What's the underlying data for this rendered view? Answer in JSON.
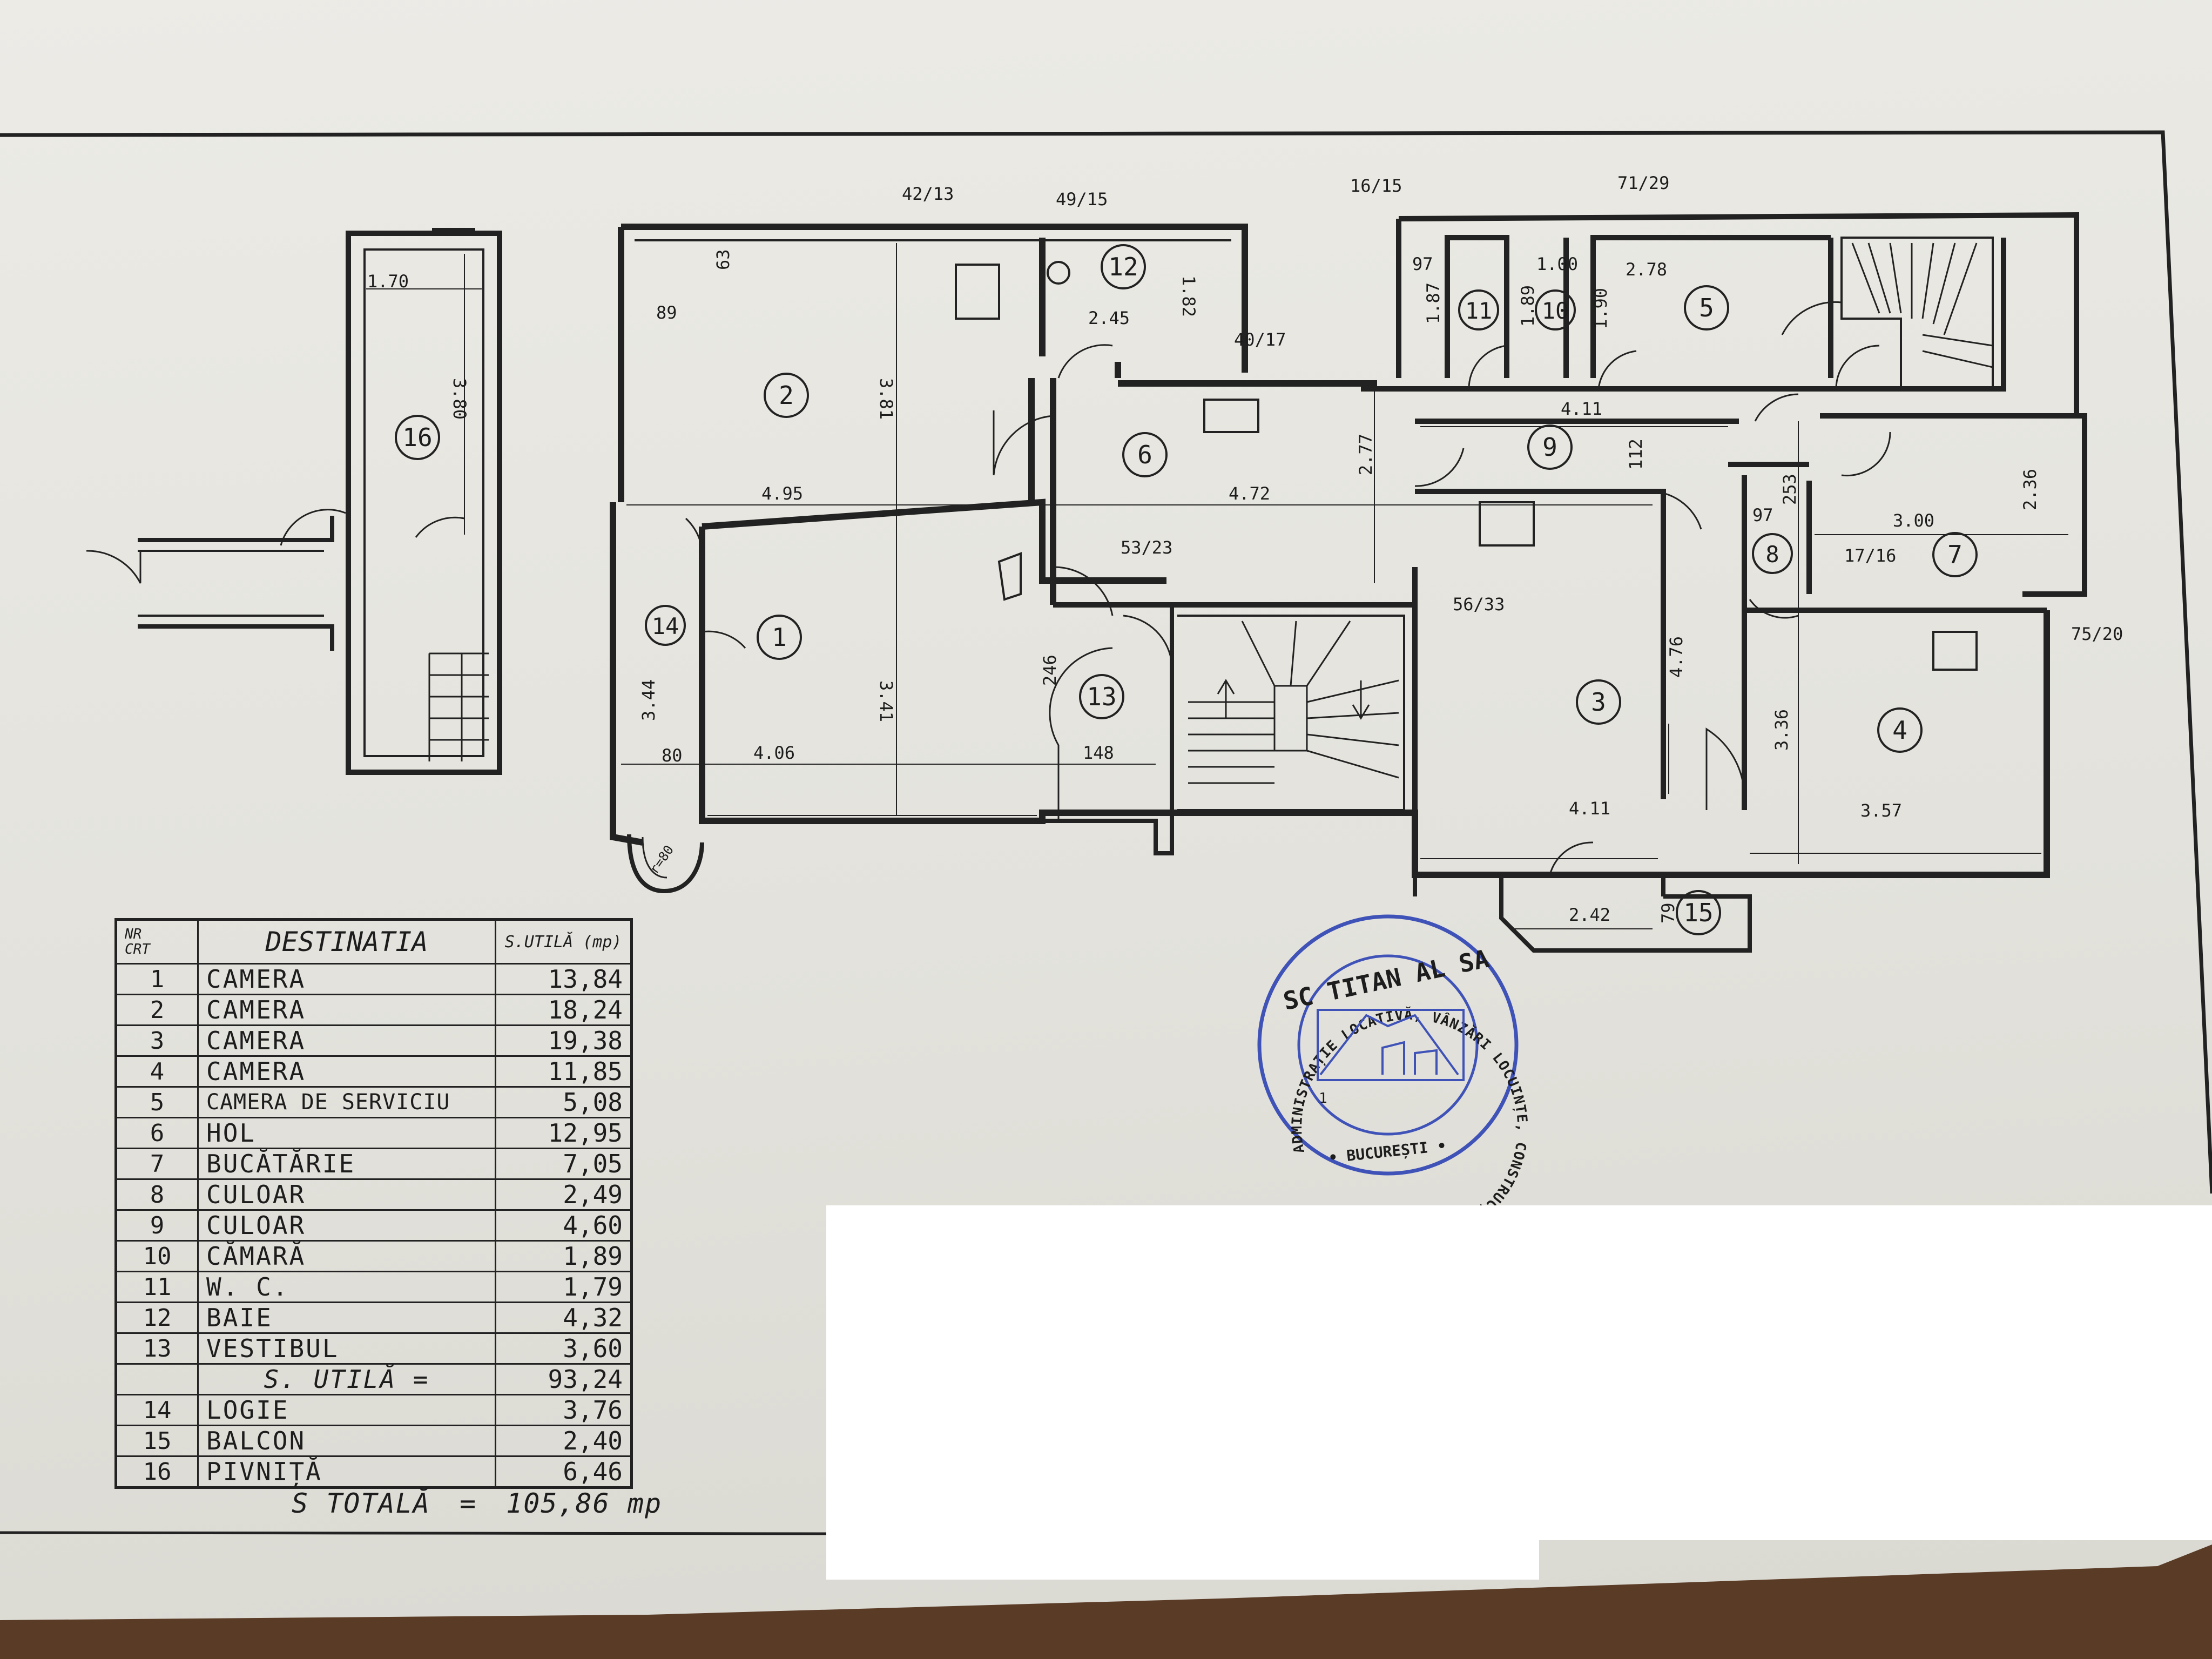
{
  "rooms": [
    {
      "id": "1"
    },
    {
      "id": "2"
    },
    {
      "id": "3"
    },
    {
      "id": "4"
    },
    {
      "id": "5"
    },
    {
      "id": "6"
    },
    {
      "id": "7"
    },
    {
      "id": "8"
    },
    {
      "id": "9"
    },
    {
      "id": "10"
    },
    {
      "id": "11"
    },
    {
      "id": "12"
    },
    {
      "id": "13"
    },
    {
      "id": "14"
    },
    {
      "id": "15"
    },
    {
      "id": "16"
    }
  ],
  "dimensions": {
    "d16_w": "1.70",
    "d16_h": "3.80",
    "d2_top": "63",
    "d2_left": "89",
    "d2_h": "3.81",
    "d_4_95": "4.95",
    "d6_w": "4.72",
    "d6_h": "2.77",
    "d12_w": "2.45",
    "d12_h": "1.82",
    "d_42_13": "42/13",
    "d_49_15": "49/15",
    "d_40_17": "40/17",
    "d_16_15": "16/15",
    "d_71_29": "71/29",
    "d11_w": "97",
    "d11_h": "1.87",
    "d10_w": "1.00",
    "d10_h": "1.89",
    "d5_w": "2.78",
    "d5_h": "1.90",
    "d9_w": "4.11",
    "d9_h": "112",
    "d8_w": "97",
    "d8_h": "253",
    "d7_w": "3.00",
    "d7_h": "2.36",
    "d_17_16": "17/16",
    "d_75_20": "75/20",
    "d_53_23": "53/23",
    "d_56_33": "56/33",
    "d3_h": "4.76",
    "d3_w": "4.11",
    "d4_h": "3.36",
    "d4_w": "3.57",
    "d1_w": "4.06",
    "d1_h": "3.41",
    "d14_h": "3.44",
    "d14_w": "80",
    "d14_r": "r=80",
    "d13_h": "246",
    "d13_w": "148",
    "d15_w": "2.42",
    "d15_h": "79"
  },
  "legend": {
    "hdr_nr_1": "NR",
    "hdr_nr_2": "CRT",
    "hdr_dest": "DESTINATIA",
    "hdr_sut": "S.UTILĂ (mp)",
    "rows": [
      {
        "nr": "1",
        "name": "CAMERA",
        "area": "13,84"
      },
      {
        "nr": "2",
        "name": "CAMERA",
        "area": "18,24"
      },
      {
        "nr": "3",
        "name": "CAMERA",
        "area": "19,38"
      },
      {
        "nr": "4",
        "name": "CAMERA",
        "area": "11,85"
      },
      {
        "nr": "5",
        "name": "CAMERA DE SERVICIU",
        "area": "5,08"
      },
      {
        "nr": "6",
        "name": "HOL",
        "area": "12,95"
      },
      {
        "nr": "7",
        "name": "BUCĂTĂRIE",
        "area": "7,05"
      },
      {
        "nr": "8",
        "name": "CULOAR",
        "area": "2,49"
      },
      {
        "nr": "9",
        "name": "CULOAR",
        "area": "4,60"
      },
      {
        "nr": "10",
        "name": "CĂMARĂ",
        "area": "1,89"
      },
      {
        "nr": "11",
        "name": "W. C.",
        "area": "1,79"
      },
      {
        "nr": "12",
        "name": "BAIE",
        "area": "4,32"
      },
      {
        "nr": "13",
        "name": "VESTIBUL",
        "area": "3,60"
      },
      {
        "nr": "",
        "name": "S. UTILĂ =",
        "area": "93,24"
      },
      {
        "nr": "14",
        "name": "LOGIE",
        "area": "3,76"
      },
      {
        "nr": "15",
        "name": "BALCON",
        "area": "2,40"
      },
      {
        "nr": "16",
        "name": "PIVNIȚĂ",
        "area": "6,46"
      }
    ],
    "total_label": "S TOTALĂ",
    "total_eq": "=",
    "total_value": "105,86 mp"
  },
  "stamp": {
    "ring_text": "ADMINISTRAȚIE LOCATIVĂ, VÂNZĂRI LOCUINȚE, CONSTRUCȚII, REPARAȚII, ÎNTREȚINERE",
    "company": "SC TITAN AL SA",
    "number": "1",
    "city": "• BUCUREȘTI •",
    "color": "#3f52b8"
  },
  "colors": {
    "ink": "#222222",
    "paper": "#e6e5df",
    "table_bg": "#5a3b26"
  }
}
